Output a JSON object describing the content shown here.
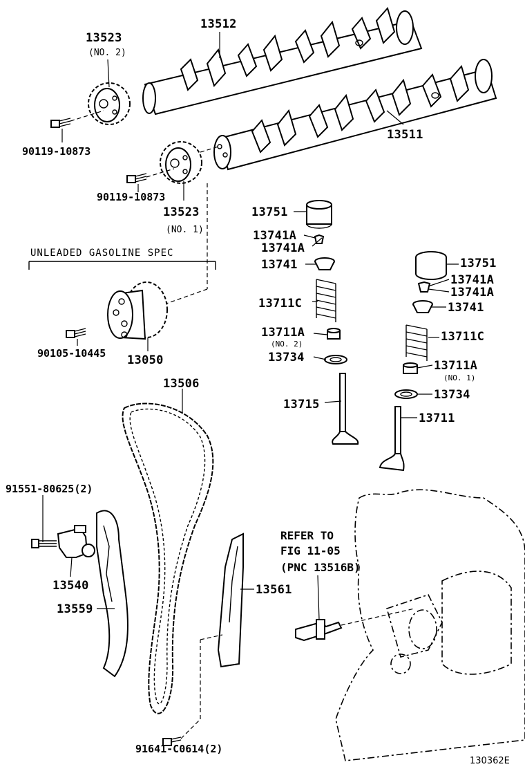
{
  "labels": {
    "camshaft_no2": "13512",
    "camshaft_no1": "13511",
    "sprocket_no2": "13523",
    "sprocket_no2_sub": "(NO. 2)",
    "bolt_sprocket_no2": "90119-10873",
    "bolt_sprocket_no1": "90119-10873",
    "sprocket_no1": "13523",
    "sprocket_no1_sub": "(NO. 1)",
    "spec_note": "UNLEADED GASOLINE SPEC",
    "vvt_gear": "13050",
    "bolt_vvt": "90105-10445",
    "lifter_left": "13751",
    "key_a1_left": "13741A",
    "key_a2_left": "13741A",
    "retainer_left": "13741",
    "spring_left": "13711C",
    "seat_left": "13711A",
    "seat_left_sub": "(NO. 2)",
    "seal_left": "13734",
    "exhaust_valve": "13715",
    "lifter_right": "13751",
    "key_a1_right": "13741A",
    "key_a2_right": "13741A",
    "retainer_right": "13741",
    "spring_right": "13711C",
    "seat_right": "13711A",
    "seat_right_sub": "(NO. 1)",
    "seal_right": "13734",
    "intake_valve": "13711",
    "chain": "13506",
    "bolt_tensioner": "91551-80625(2)",
    "tensioner": "13540",
    "slipper": "13559",
    "damper": "13561",
    "bolt_damper": "91641-C0614(2)",
    "refer_line1": "REFER TO",
    "refer_line2": "FIG 11-05",
    "refer_line3": "(PNC 13516B)",
    "figure_id": "130362E"
  }
}
